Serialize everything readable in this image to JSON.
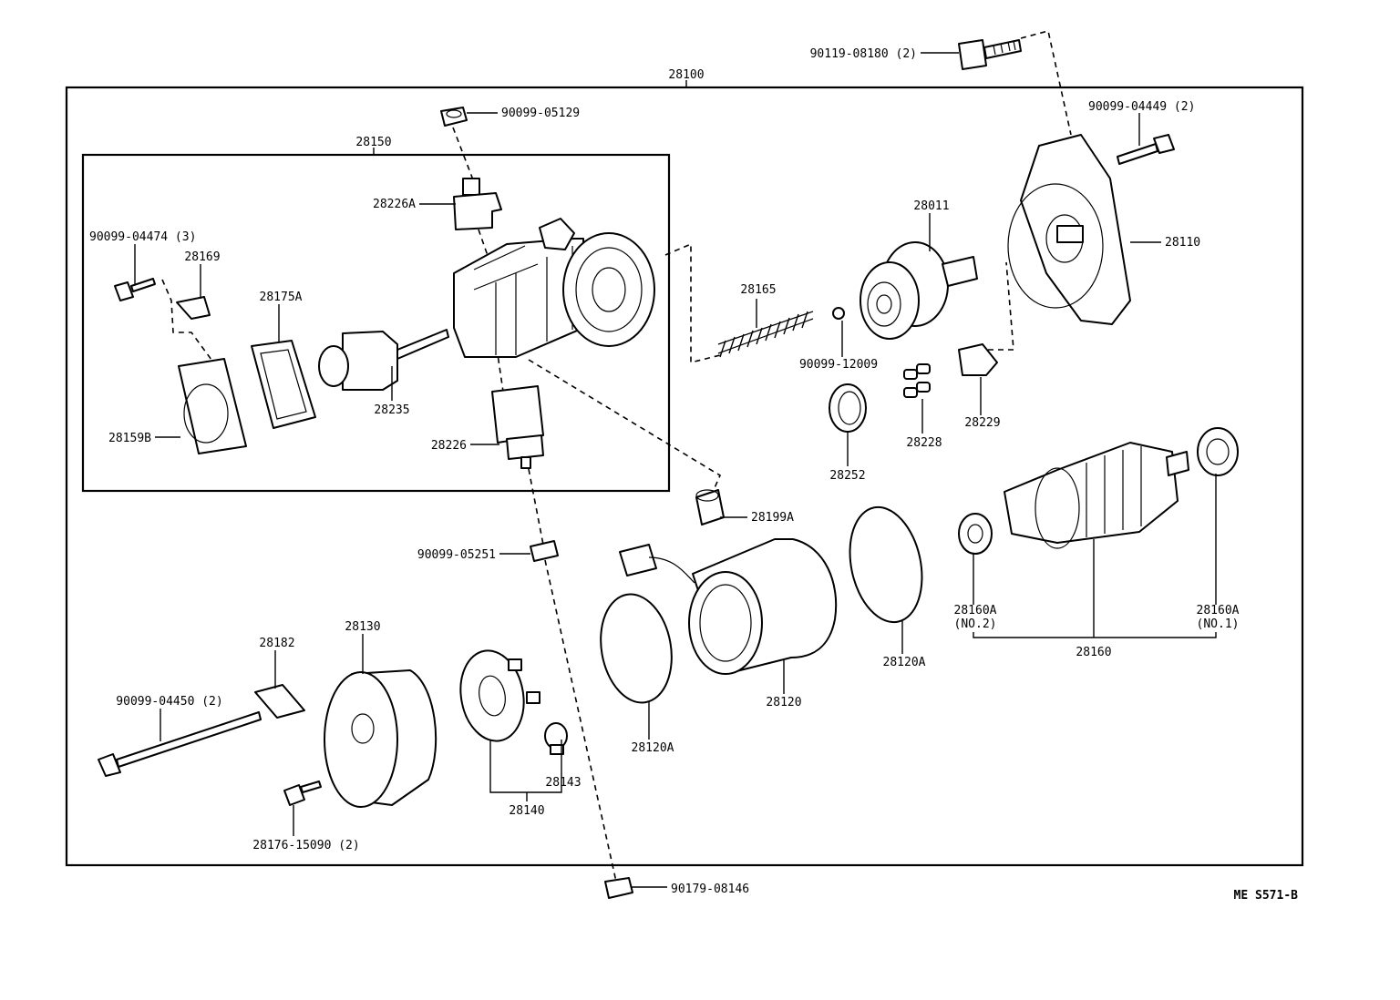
{
  "diagram_id": "ME S571-B",
  "labels": {
    "assembly": "28100",
    "sub_assembly": "28150",
    "bolt_top": "90119-08180 (2)",
    "nut_05129": "90099-05129",
    "bolt_04449": "90099-04449 (2)",
    "terminal_a": "28226A",
    "screw_04474": "90099-04474 (3)",
    "clip_28169": "28169",
    "gasket_28175a": "28175A",
    "cover_28159b": "28159B",
    "plunger_28235": "28235",
    "terminal_28226": "28226",
    "clutch_28011": "28011",
    "housing_28110": "28110",
    "spring_28165": "28165",
    "ball_12009": "90099-12009",
    "retainer_28229": "28229",
    "rollers_28228": "28228",
    "gear_28252": "28252",
    "boot_28199a": "28199A",
    "nut_05251": "90099-05251",
    "yoke_28120": "28120",
    "oring_right": "28120A",
    "oring_left": "28120A",
    "armature_28160": "28160",
    "bearing_no2": "28160A",
    "bearing_no2_sub": "(NO.2)",
    "bearing_no1": "28160A",
    "bearing_no1_sub": "(NO.1)",
    "endframe_28130": "28130",
    "plate_28182": "28182",
    "bolt_04450": "90099-04450 (2)",
    "holder_28140": "28140",
    "brush_28143": "28143",
    "screw_15090": "28176-15090 (2)",
    "nut_08146": "90179-08146"
  }
}
